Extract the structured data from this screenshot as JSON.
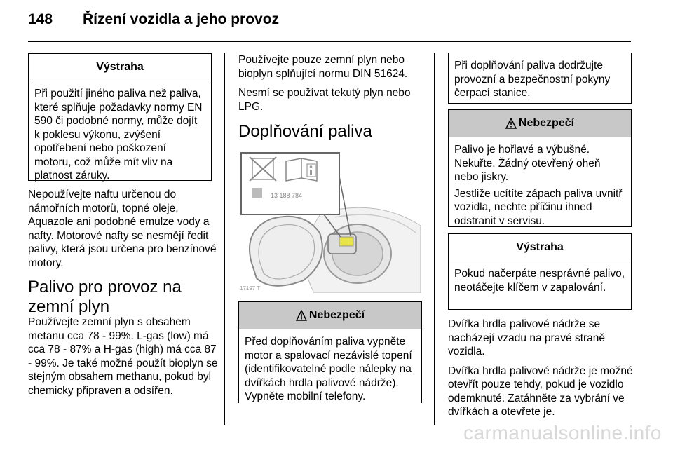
{
  "header": {
    "page_number": "148",
    "title": "Řízení vozidla a jeho provoz"
  },
  "left_column": {
    "warning_box": {
      "title": "Výstraha",
      "text": "Při použití jiného paliva než paliva, které splňuje požadavky normy EN 590 či podobné normy, může dojít k poklesu výkonu, zvýšení opotřebení nebo poškození motoru, což může mít vliv na platnost záruky."
    },
    "paragraph_1": "Nepoužívejte naftu určenou do námořních motorů, topné oleje, Aquazole ani podobné emulze vody a nafty. Motorové nafty se nesmějí ředit palivy, která jsou určena pro benzínové motory.",
    "heading": "Palivo pro provoz na zemní plyn",
    "paragraph_2": "Používejte zemní plyn s obsahem metanu cca 78 - 99%. L-gas (low) má cca 78 - 87% a H-gas (high) má cca 87 - 99%. Je také možné použít bioplyn se stejným obsahem methanu, pokud byl chemicky připraven a odsířen."
  },
  "middle_column": {
    "paragraph_1": "Používejte pouze zemní plyn nebo bioplyn splňující normu DIN 51624.",
    "paragraph_2": "Nesmí se používat tekutý plyn nebo LPG.",
    "heading": "Doplňování paliva",
    "figure": {
      "label_code": "13 188 784",
      "figure_id": "17197 T"
    },
    "danger_box": {
      "title": "Nebezpečí",
      "text": "Před doplňováním paliva vypněte motor a spalovací nezávislé topení (identifikovatelné podle nálepky na dvířkách hrdla palivové nádrže). Vypněte mobilní telefony."
    }
  },
  "right_column": {
    "box_1": {
      "text": "Při doplňování paliva dodržujte provozní a bezpečnostní pokyny čerpací stanice."
    },
    "danger_box": {
      "title": "Nebezpečí",
      "text_1": "Palivo je hořlavé a výbušné. Nekuřte. Žádný otevřený oheň nebo jiskry.",
      "text_2": "Jestliže ucítíte zápach paliva uvnitř vozidla, nechte příčinu ihned odstranit v servisu."
    },
    "warning_box": {
      "title": "Výstraha",
      "text": "Pokud načerpáte nesprávné palivo, neotáčejte klíčem v zapalování."
    },
    "paragraph_1": "Dvířka hrdla palivové nádrže se nacházejí vzadu na pravé straně vozidla.",
    "paragraph_2": "Dvířka hrdla palivové nádrže je možné otevřít pouze tehdy, pokud je vozidlo odemknuté. Zatáhněte za vybrání ve dvířkách a otevřete je."
  },
  "watermark": "carmanualsonline.info"
}
